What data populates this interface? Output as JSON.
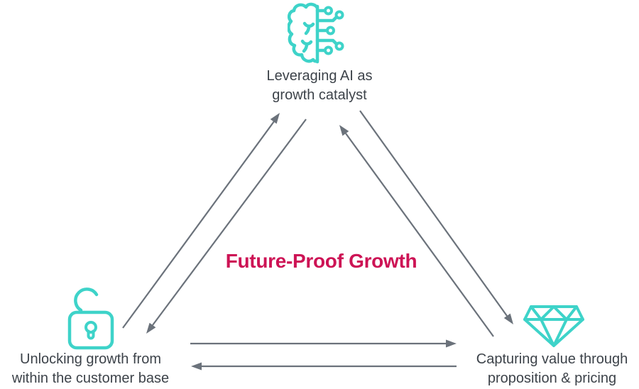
{
  "diagram": {
    "center_title": "Future-Proof Growth",
    "nodes": {
      "top": {
        "icon": "ai-brain-circuit-icon",
        "line1": "Leveraging AI as",
        "line2": "growth catalyst"
      },
      "bottom_left": {
        "icon": "unlocked-padlock-icon",
        "line1": "Unlocking growth from",
        "line2": "within the customer base"
      },
      "bottom_right": {
        "icon": "diamond-gem-icon",
        "line1": "Capturing value through",
        "line2": "proposition & pricing"
      }
    },
    "relations": [
      "customer-base to ai (arrow up)",
      "ai to customer-base (arrow down)",
      "value-pricing to ai (arrow up)",
      "ai to value-pricing (arrow down)",
      "customer-base to value-pricing (arrow right)",
      "value-pricing to customer-base (arrow left)"
    ]
  },
  "colors": {
    "icon_teal": "#3ed3c9",
    "title_pink": "#cd1355",
    "arrow_gray": "#6b727b",
    "label_gray": "#3d434a",
    "background": "#ffffff"
  }
}
